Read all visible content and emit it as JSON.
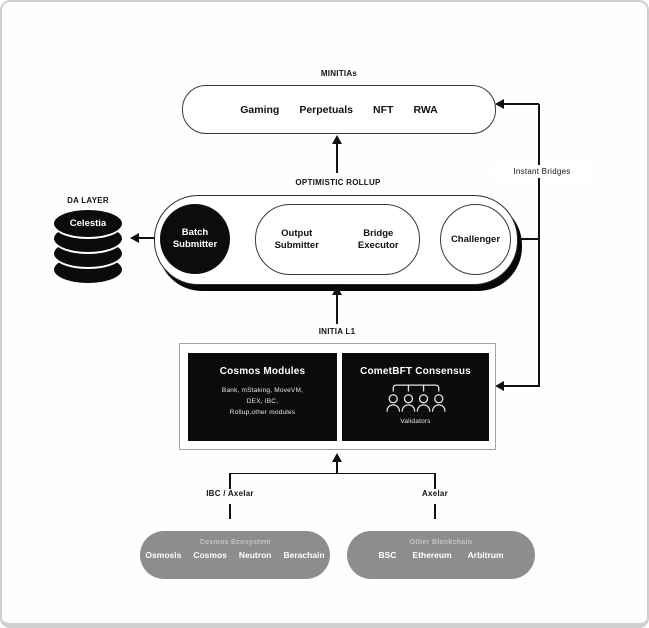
{
  "colors": {
    "frame_border": "#cfcfcf",
    "black_node": "#0b0b0b",
    "gray_pill": "#8d8d8d",
    "muted_gray_text": "#c3c3c3",
    "line": "#111111"
  },
  "minitias": {
    "label": "MINITIAs",
    "items": [
      "Gaming",
      "Perpetuals",
      "NFT",
      "RWA"
    ]
  },
  "instant_bridges_label": "Instant Bridges",
  "rollup": {
    "label": "OPTIMISTIC ROLLUP",
    "batch_submitter": {
      "line1": "Batch",
      "line2": "Submitter"
    },
    "output_submitter": {
      "line1": "Output",
      "line2": "Submitter"
    },
    "bridge_executor": {
      "line1": "Bridge",
      "line2": "Executor"
    },
    "challenger": "Challenger"
  },
  "da_layer": {
    "label": "DA LAYER",
    "node": "Celestia"
  },
  "initia": {
    "label": "INITIA L1",
    "cosmos_modules": {
      "title": "Cosmos Modules",
      "lines": [
        "Bank, mStaking, MoveVM,",
        "DEX, IBC,",
        "Rollup,other modules"
      ]
    },
    "comet": {
      "title": "CometBFT Consensus",
      "caption": "Validators"
    }
  },
  "connectors": {
    "left_label": "IBC / Axelar",
    "right_label": "Axelar"
  },
  "ecosystems": {
    "cosmos": {
      "title": "Cosmos Ecosystem",
      "chains": [
        "Osmosis",
        "Cosmos",
        "Neutron",
        "Berachain"
      ]
    },
    "other": {
      "title": "Other Blockchain",
      "chains": [
        "BSC",
        "Ethereum",
        "Arbitrum"
      ]
    }
  }
}
